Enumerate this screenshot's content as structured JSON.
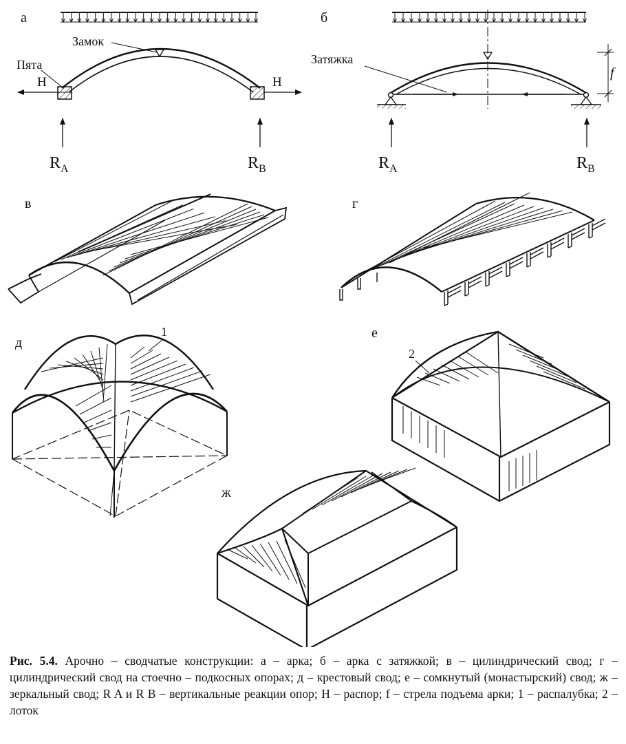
{
  "labels": {
    "a": "а",
    "b": "б",
    "v": "в",
    "g": "г",
    "d": "д",
    "e": "е",
    "zh": "ж",
    "zamok": "Замок",
    "pyata": "Пята",
    "zatyazhka": "Затяжка",
    "H_left": "Н",
    "H_right": "Н",
    "f": "f",
    "R": "R",
    "sub_A": "A",
    "sub_B": "B",
    "num1": "1",
    "num2": "2"
  },
  "caption": {
    "lead": "Рис. 5.4.",
    "text": " Арочно – сводчатые конструкции: а – арка; б – арка с затяжкой; в – цилиндрический свод; г – цилиндрический свод на стоечно – подкосных опорах; д – крестовый свод; е – сомкнутый (монастырский) свод; ж – зеркальный свод; R A и R B – вертикальные реакции опор; Н – распор; f – стрела подъема арки; 1 – распалубка; 2 – лоток"
  }
}
